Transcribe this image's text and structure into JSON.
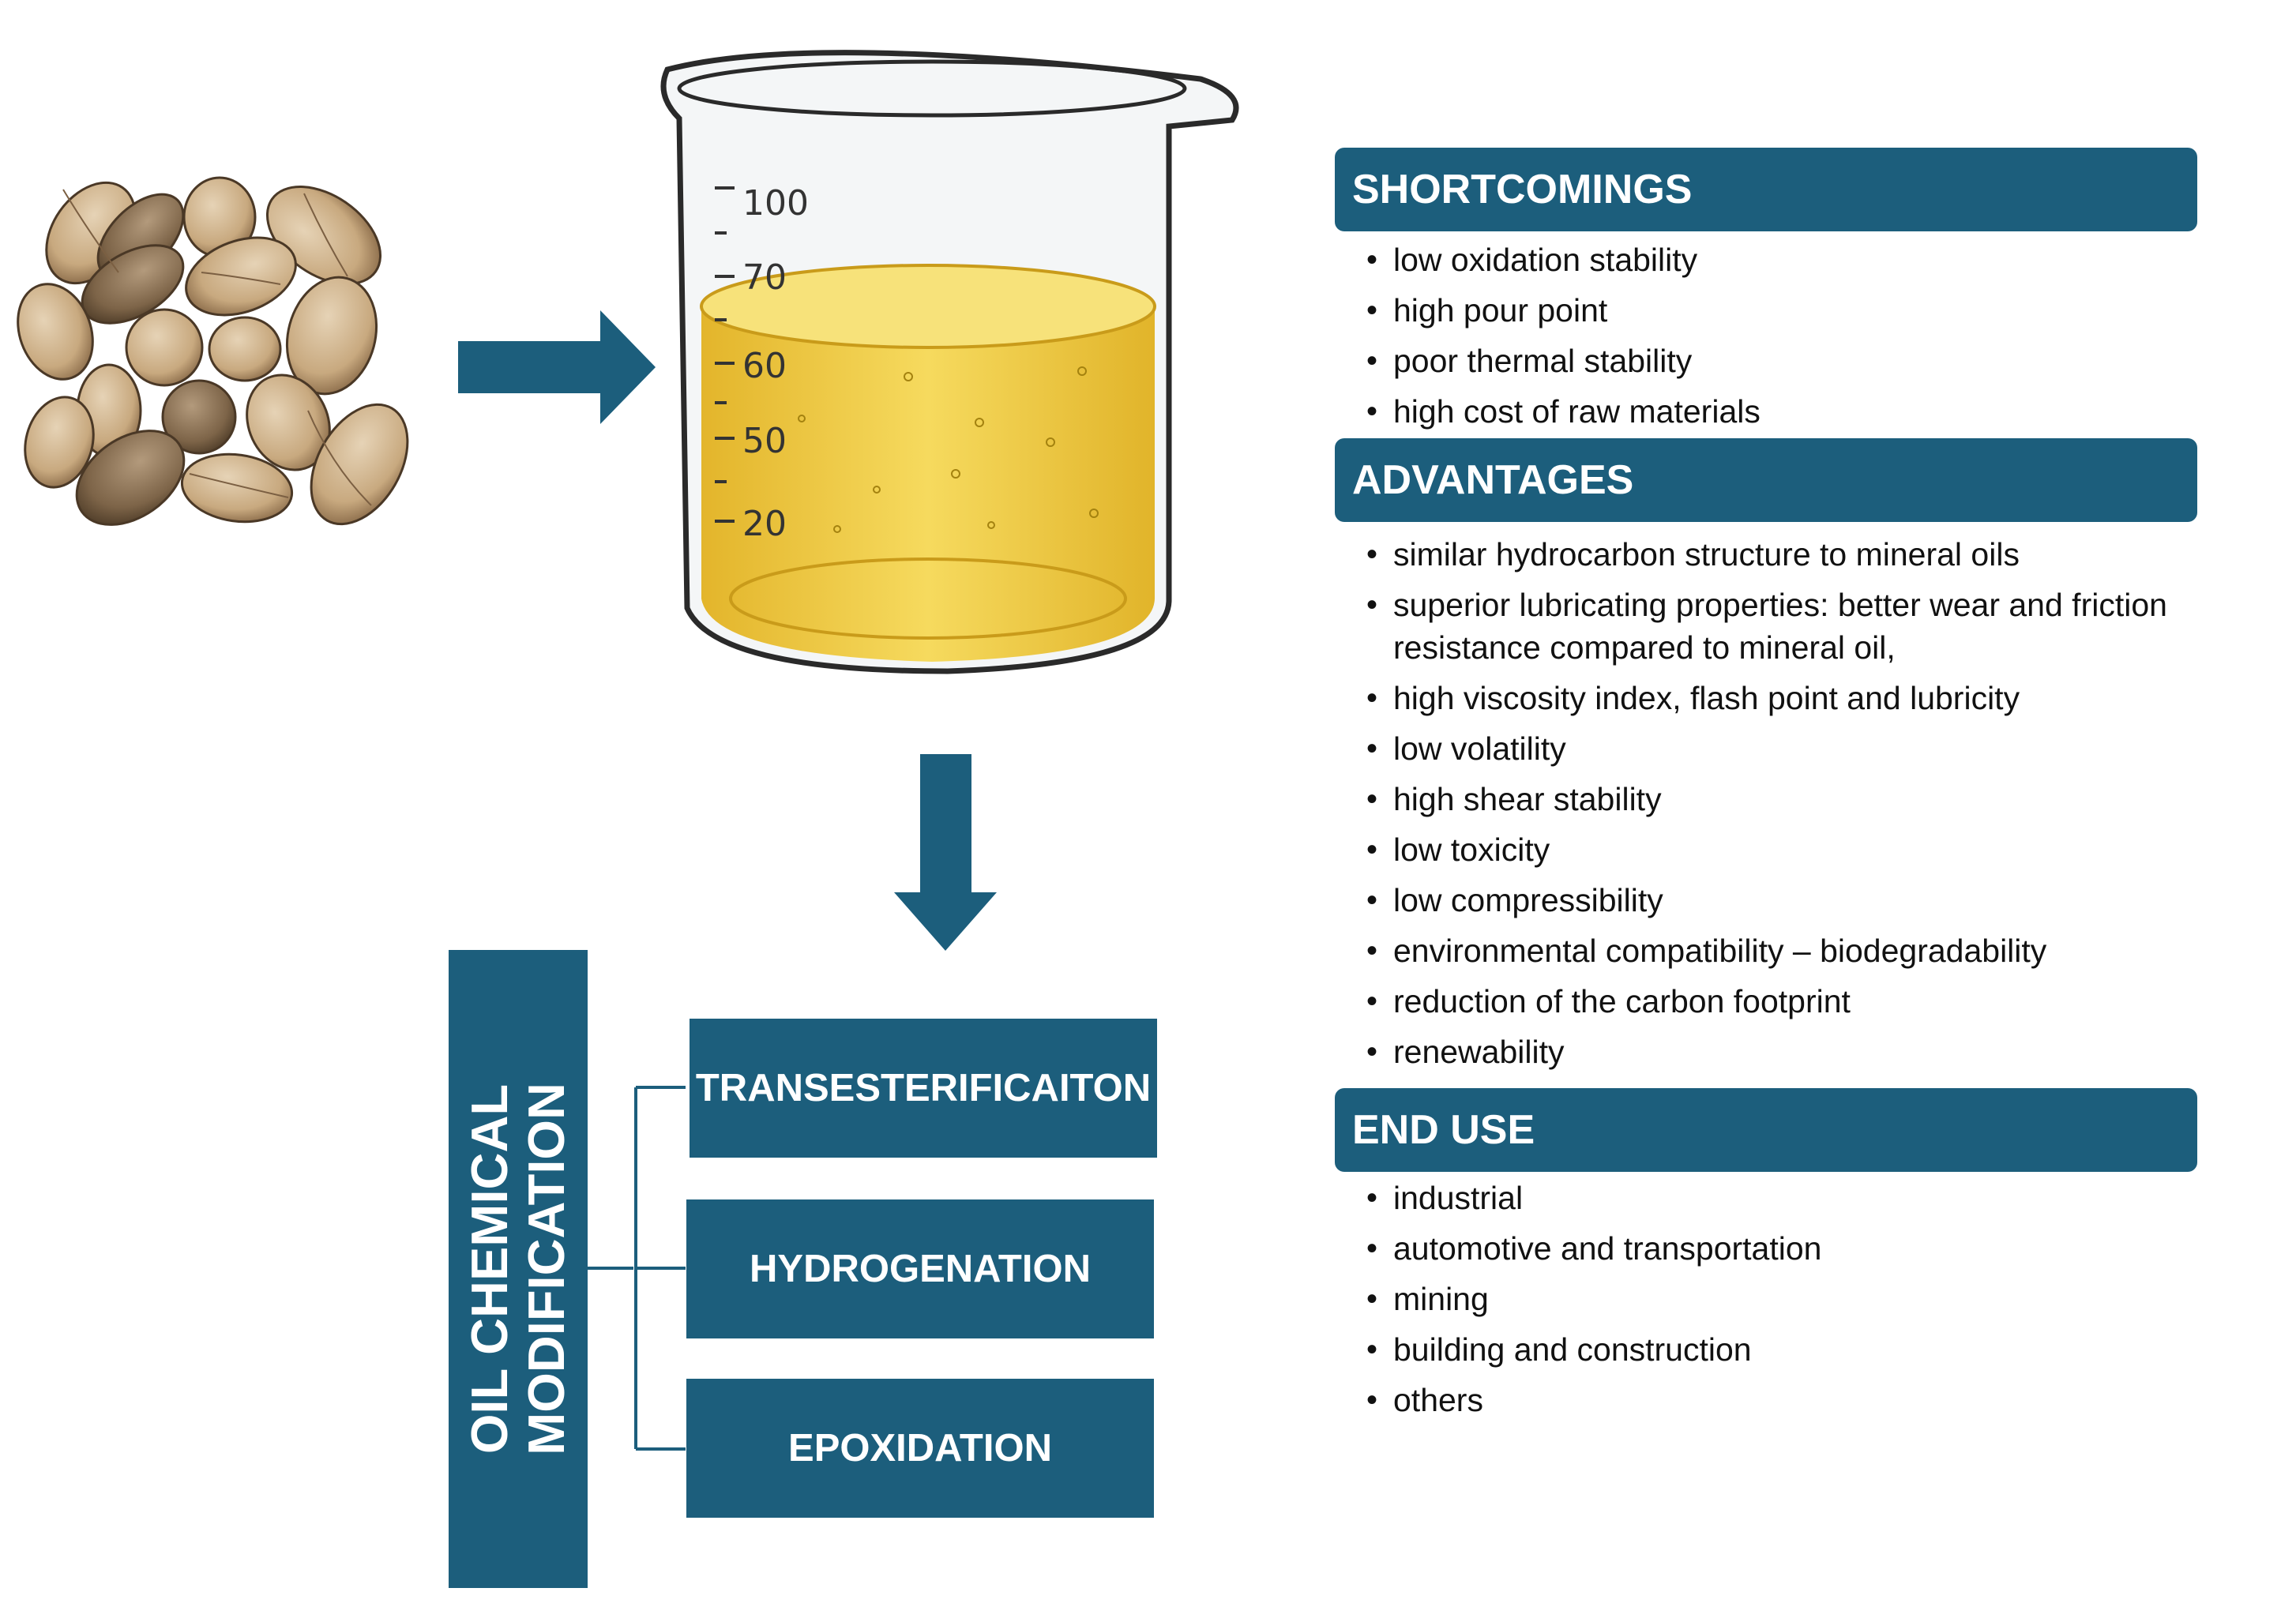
{
  "colors": {
    "header_bg": "#1c5e7c",
    "arrow": "#1c5e7c",
    "oil": "#f2cf45",
    "seed": "#c9aa83",
    "text": "#111111"
  },
  "beaker": {
    "scale_labels": [
      "100",
      "70",
      "60",
      "50",
      "20"
    ]
  },
  "modification": {
    "title_line1": "OIL CHEMICAL",
    "title_line2": "MODIFICATION",
    "methods": [
      "TRANSESTERIFICAITON",
      "HYDROGENATION",
      "EPOXIDATION"
    ]
  },
  "shortcomings": {
    "title": "SHORTCOMINGS",
    "items": [
      "low oxidation stability",
      "high pour point",
      "poor thermal stability",
      "high cost of raw materials"
    ]
  },
  "advantages": {
    "title": "ADVANTAGES",
    "items": [
      "similar hydrocarbon structure to mineral oils",
      "superior lubricating properties: better wear and friction",
      "resistance compared to mineral oil,",
      "high viscosity index, flash point and lubricity",
      "low volatility",
      "high shear stability",
      "low toxicity",
      "low compressibility",
      "environmental compatibility – biodegradability",
      "reduction of the carbon footprint",
      "renewability"
    ]
  },
  "end_use": {
    "title": "END USE",
    "items": [
      "industrial",
      "automotive and transportation",
      "mining",
      "building and construction",
      "others"
    ]
  }
}
